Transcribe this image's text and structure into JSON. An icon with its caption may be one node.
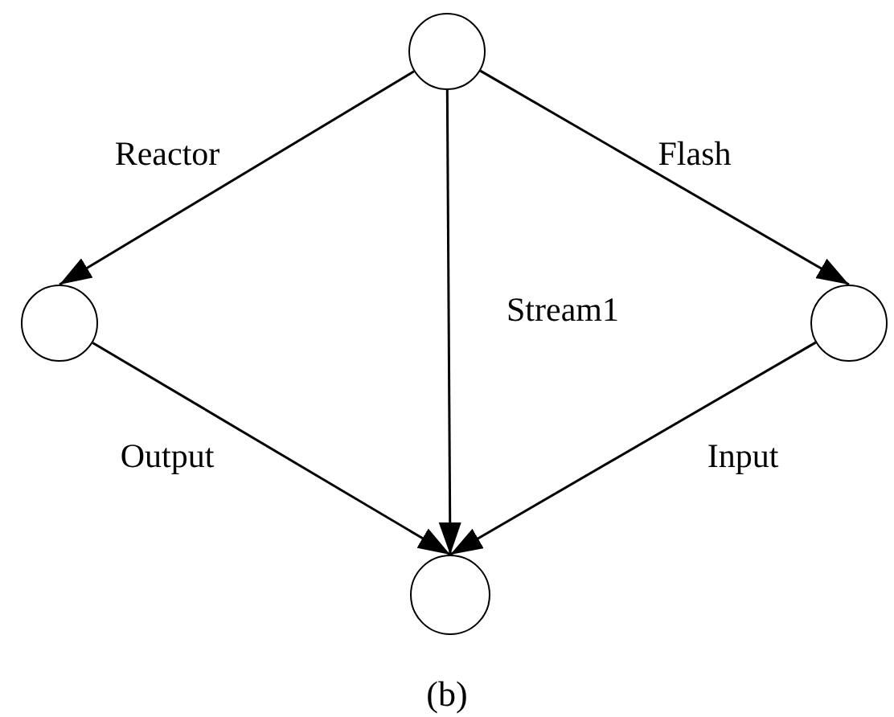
{
  "diagram": {
    "caption": "(b)",
    "nodes": [
      {
        "text": [],
        "shape": "circle"
      },
      {
        "text": [],
        "shape": "circle"
      },
      {
        "text": [],
        "shape": "circle"
      },
      {
        "text": [],
        "shape": "circle"
      }
    ],
    "edges": [
      {
        "from": 0,
        "to": 1,
        "arrow": "to",
        "label": "Reactor"
      },
      {
        "from": 0,
        "to": 2,
        "arrow": "to",
        "label": "Flash"
      },
      {
        "from": 0,
        "to": 3,
        "arrow": "to",
        "label": "Stream1"
      },
      {
        "from": 1,
        "to": 3,
        "arrow": "to",
        "label": "Output"
      },
      {
        "from": 2,
        "to": 3,
        "arrow": "to",
        "label": "Input"
      }
    ]
  }
}
